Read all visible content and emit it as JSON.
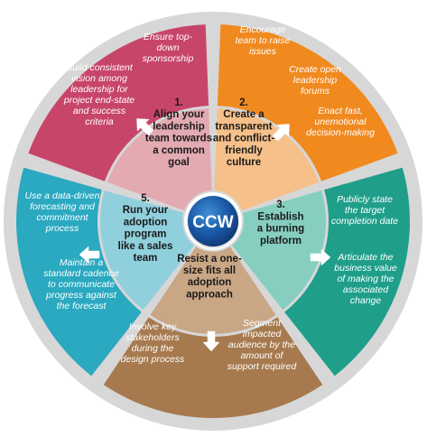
{
  "center": {
    "label": "CCW"
  },
  "segments": [
    {
      "id": "1",
      "number": "1.",
      "title": [
        "Align your",
        "leadership",
        "team towards",
        "a common",
        "goal"
      ],
      "outer_color": "#c8456a",
      "inner_color": "#e3aab2",
      "items": [
        [
          "Ensure top-",
          "down",
          "sponsorship"
        ],
        [
          "Build consistent",
          "vision among",
          "leadership for",
          "project end-state",
          "and success",
          "criteria"
        ]
      ]
    },
    {
      "id": "2",
      "number": "2.",
      "title": [
        "Create a",
        "transparent",
        "and conflict-",
        "friendly",
        "culture"
      ],
      "outer_color": "#f08a1f",
      "inner_color": "#f6c08a",
      "items": [
        [
          "Encourage",
          "team to raise",
          "issues"
        ],
        [
          "Create open",
          "leadership",
          "forums"
        ],
        [
          "Enact fast,",
          "unemotional",
          "decision-making"
        ]
      ]
    },
    {
      "id": "3",
      "number": "3.",
      "title": [
        "Establish",
        "a burning",
        "platform"
      ],
      "outer_color": "#1f9f8a",
      "inner_color": "#86cfc0",
      "items": [
        [
          "Publicly state",
          "the target",
          "completion date"
        ],
        [
          "Articulate the",
          "business value",
          "of making the",
          "associated",
          "change"
        ]
      ]
    },
    {
      "id": "4",
      "number": "4.",
      "title": [
        "Resist a one-",
        "size fits all",
        "adoption",
        "approach"
      ],
      "outer_color": "#a67a4e",
      "inner_color": "#c9a684",
      "items": [
        [
          "Involve key",
          "stakeholders",
          "during the",
          "design process"
        ],
        [
          "Segment",
          "impacted",
          "audience by the",
          "amount of",
          "support required"
        ]
      ]
    },
    {
      "id": "5",
      "number": "5.",
      "title": [
        "Run your",
        "adoption",
        "program",
        "like a sales",
        "team"
      ],
      "outer_color": "#2aa9c0",
      "inner_color": "#8fd0dc",
      "items": [
        [
          "Use a data-driven",
          "forecasting and",
          "commitment",
          "process"
        ],
        [
          "Maintain a",
          "standard cadence",
          "to communicate",
          "progress against",
          "the forecast"
        ]
      ]
    }
  ]
}
